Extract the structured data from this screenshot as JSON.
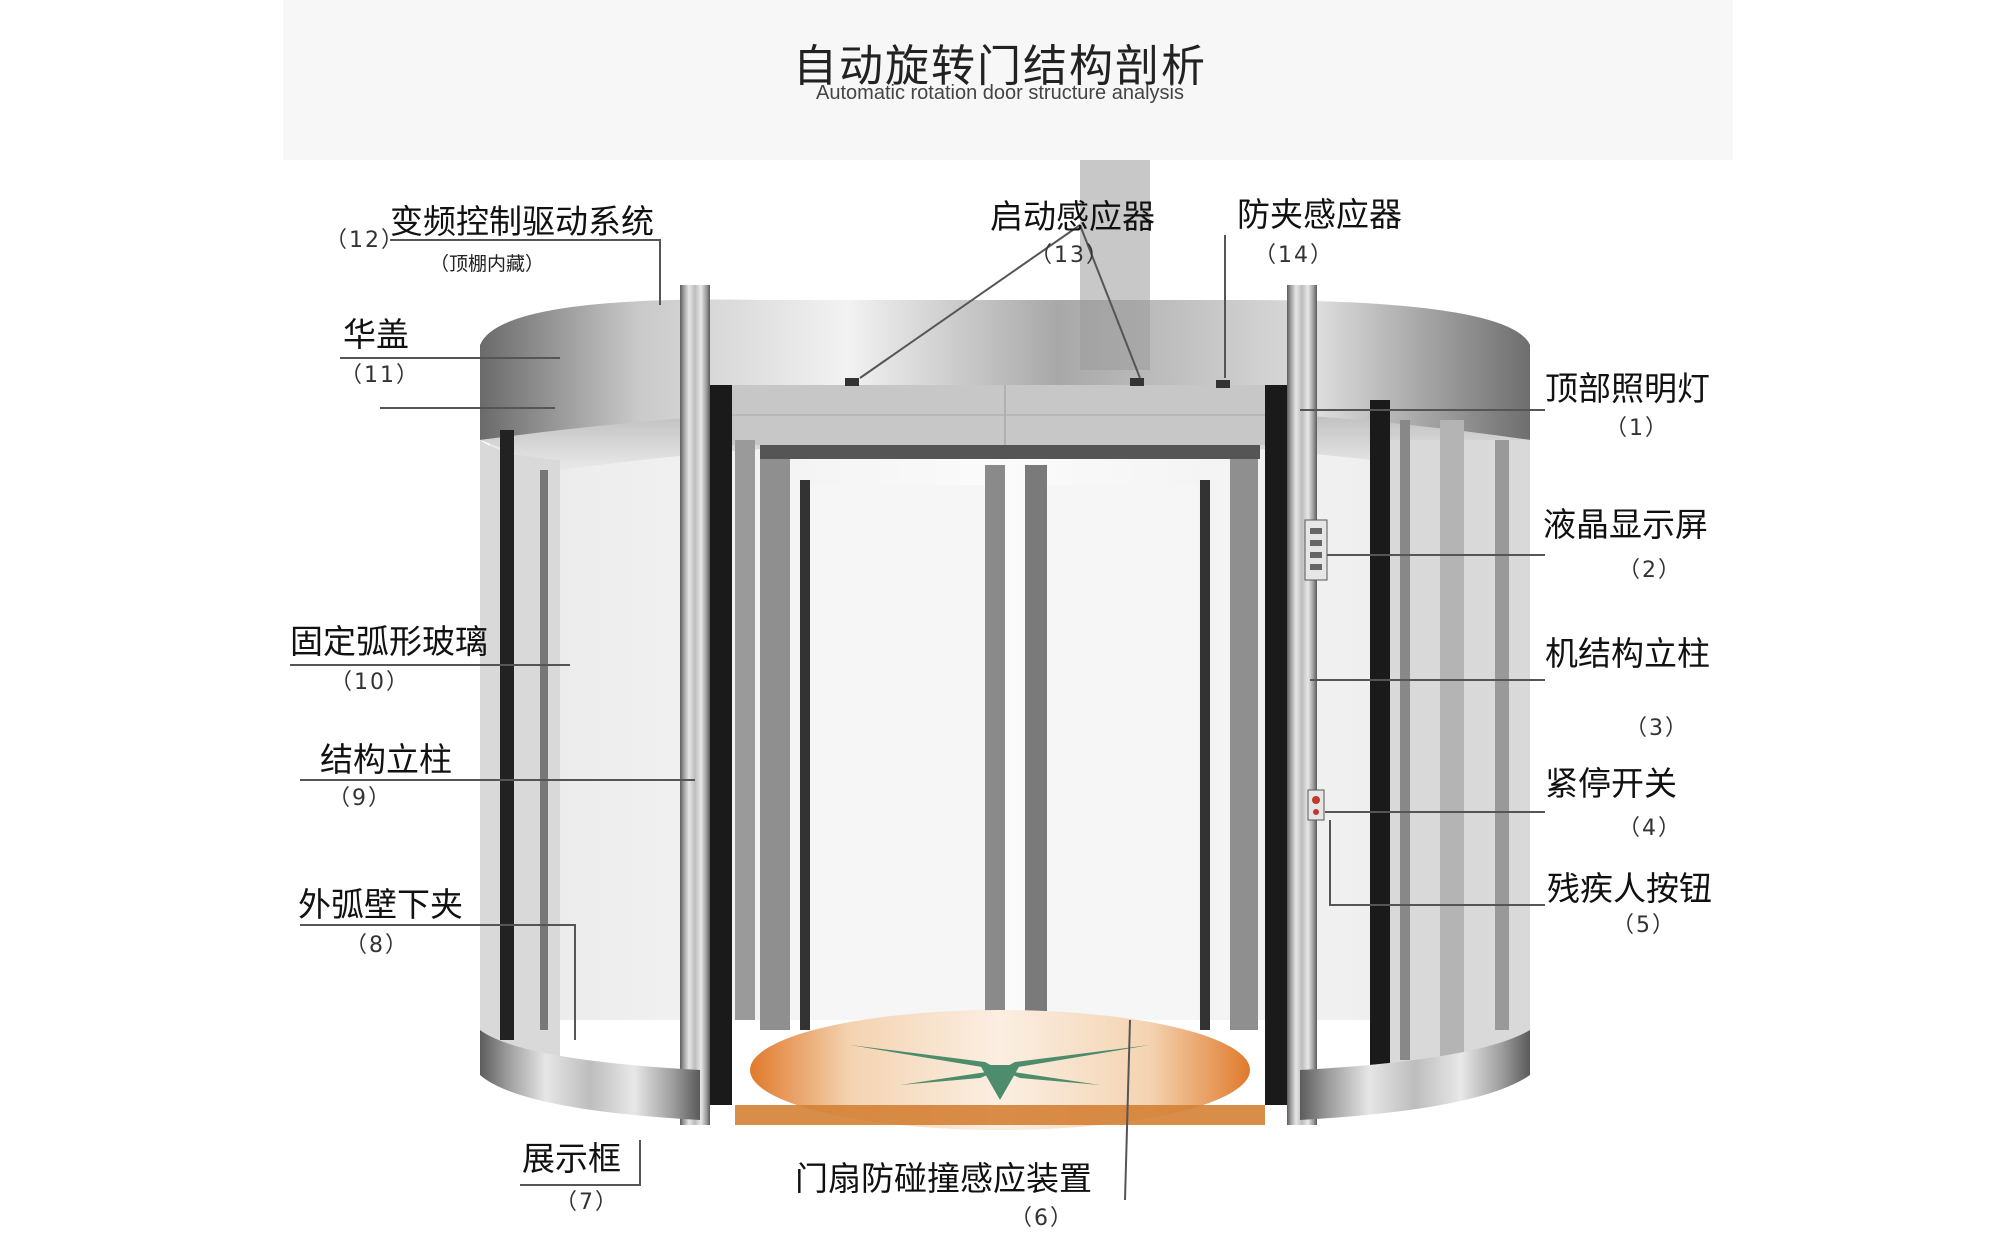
{
  "title": "自动旋转门结构剖析",
  "subtitle": "Automatic rotation door structure analysis",
  "parts": [
    {
      "num": "（1）",
      "label": "顶部照明灯"
    },
    {
      "num": "（2）",
      "label": "液晶显示屏"
    },
    {
      "num": "（3）",
      "label": "机结构立柱"
    },
    {
      "num": "（4）",
      "label": "紧停开关"
    },
    {
      "num": "（5）",
      "label": "残疾人按钮"
    },
    {
      "num": "（6）",
      "label": "门扇防碰撞感应装置"
    },
    {
      "num": "（7）",
      "label": "展示框"
    },
    {
      "num": "（8）",
      "label": "外弧壁下夹"
    },
    {
      "num": "（9）",
      "label": "结构立柱"
    },
    {
      "num": "（10）",
      "label": "固定弧形玻璃"
    },
    {
      "num": "（11）",
      "label": "华盖"
    },
    {
      "num": "（12）",
      "label": "变频控制驱动系统",
      "note": "（顶棚内藏）"
    },
    {
      "num": "（13）",
      "label": "启动感应器"
    },
    {
      "num": "（14）",
      "label": "防夹感应器"
    }
  ],
  "colors": {
    "metal_dark": "#5a5a5a",
    "metal_light": "#d8d8d8",
    "floor_orange": "#e08a3c",
    "floor_green": "#2f7d5a",
    "leader": "#555555"
  }
}
